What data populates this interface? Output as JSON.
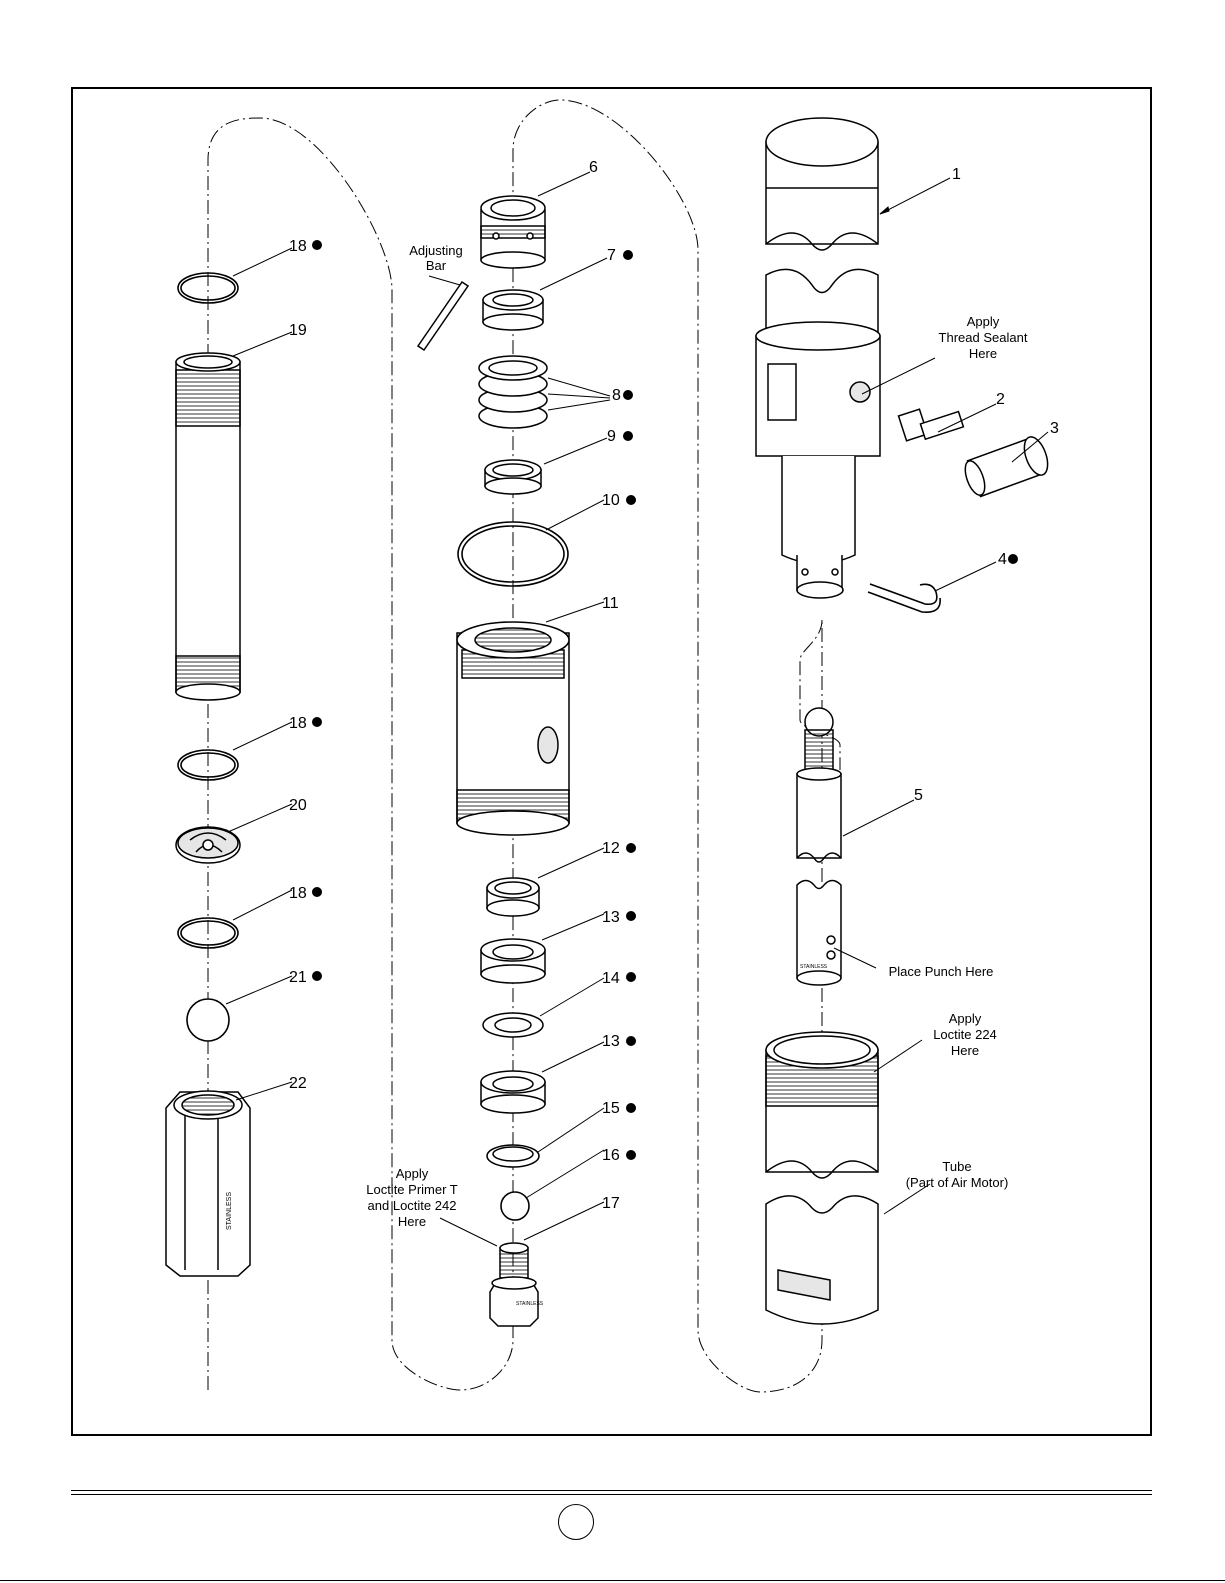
{
  "callouts": {
    "c1": "1",
    "c2": "2",
    "c3": "3",
    "c4": "4",
    "c5": "5",
    "c6": "6",
    "c7": "7",
    "c8": "8",
    "c9": "9",
    "c10": "10",
    "c11": "11",
    "c12": "12",
    "c13a": "13",
    "c13b": "13",
    "c14": "14",
    "c15": "15",
    "c16": "16",
    "c17": "17",
    "c18a": "18",
    "c18b": "18",
    "c18c": "18",
    "c19": "19",
    "c20": "20",
    "c21": "21",
    "c22": "22"
  },
  "notes": {
    "adjusting_bar": [
      "Adjusting",
      "Bar"
    ],
    "thread_sealant": [
      "Apply",
      "Thread Sealant",
      "Here"
    ],
    "loctite_primer": [
      "Apply",
      "Loctite Primer T",
      "and Loctite 242",
      "Here"
    ],
    "place_punch": "Place Punch Here",
    "loctite_224": [
      "Apply",
      "Loctite 224",
      "Here"
    ],
    "tube": [
      "Tube",
      "(Part of Air Motor)"
    ]
  },
  "markings": {
    "stainless": "STAINLESS"
  },
  "colors": {
    "line": "#000000",
    "paper": "#ffffff",
    "shade": "#e6e6e6"
  }
}
